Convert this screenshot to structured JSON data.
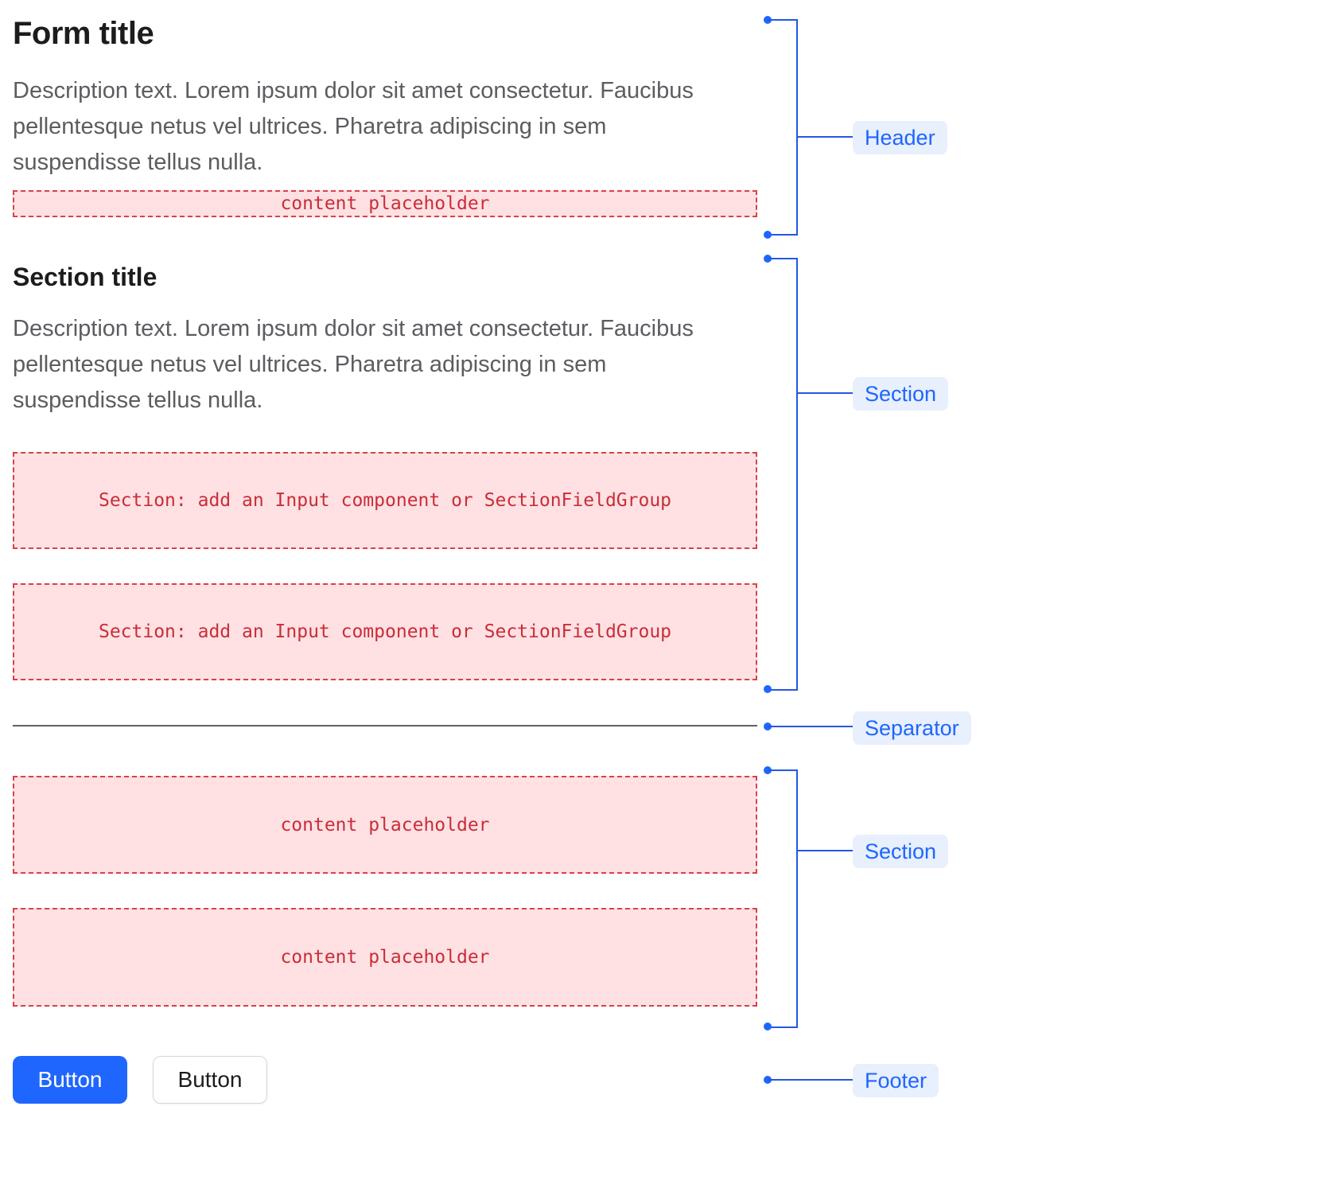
{
  "colors": {
    "accent_blue": "#1f66ff",
    "annotation_bg": "#e8effd",
    "placeholder_bg": "#ffe1e3",
    "placeholder_border": "#d8414b",
    "placeholder_text": "#c92d38",
    "title_text": "#1c1c1e",
    "description_text": "#5c5c61",
    "separator_color": "#5f6368"
  },
  "form": {
    "header": {
      "title": "Form title",
      "description": "Description text. Lorem ipsum dolor sit amet consectetur. Faucibus pellentesque netus vel ultrices. Pharetra adipiscing in sem suspendisse tellus nulla.",
      "placeholder": "content placeholder"
    },
    "section1": {
      "title": "Section title",
      "description": "Description text. Lorem ipsum dolor sit amet consectetur. Faucibus pellentesque netus vel ultrices. Pharetra adipiscing in sem suspendisse tellus nulla.",
      "placeholders": [
        "Section: add an Input component or SectionFieldGroup",
        "Section: add an Input component or SectionFieldGroup"
      ]
    },
    "section2": {
      "placeholders": [
        "content placeholder",
        "content placeholder"
      ]
    },
    "footer": {
      "primary_button": "Button",
      "secondary_button": "Button"
    }
  },
  "annotations": {
    "header": "Header",
    "section1": "Section",
    "separator": "Separator",
    "section2": "Section",
    "footer": "Footer"
  }
}
